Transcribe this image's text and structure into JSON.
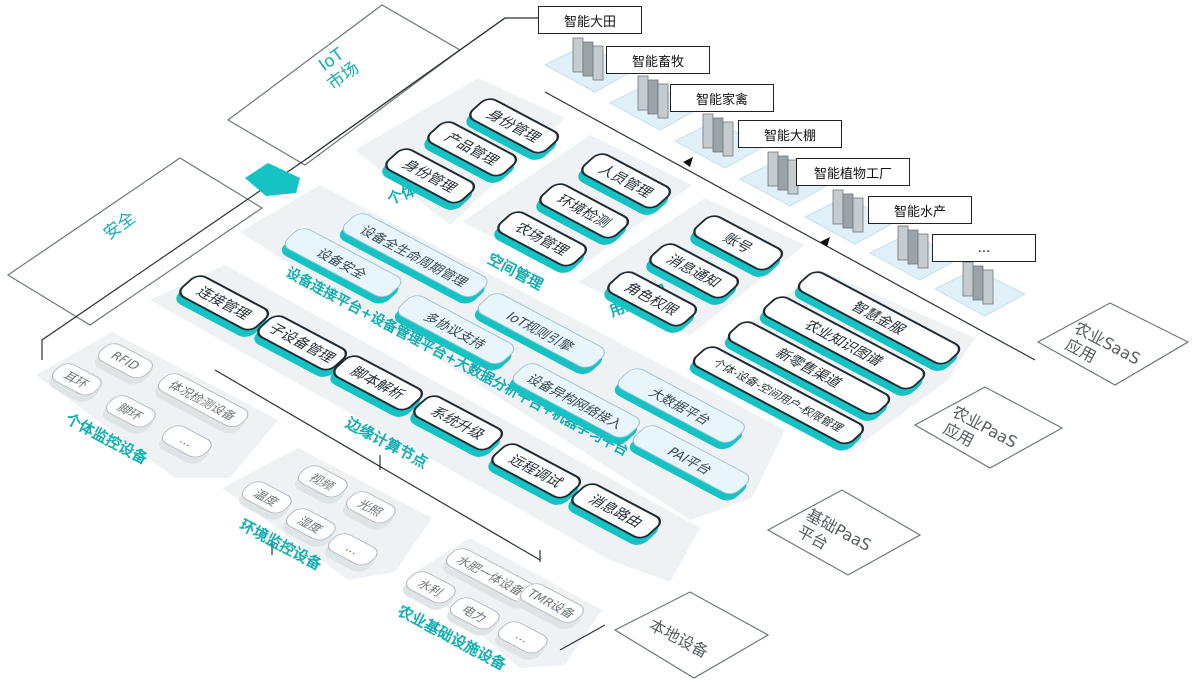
{
  "iot_market": "IoT\n市场",
  "security": "安全",
  "individual_mgmt": {
    "label": "个体管理",
    "items": [
      "身份管理",
      "产品管理",
      "身份管理"
    ]
  },
  "space_mgmt": {
    "label": "空间管理",
    "items": [
      "人员管理",
      "环境检测",
      "农场管理"
    ]
  },
  "user_mgmt": {
    "label": "用户管理",
    "items": [
      "账号",
      "消息通知",
      "角色权限"
    ]
  },
  "platform": {
    "label": "设备连接平台+设备管理平台+大数据分析平台+机器学习平台",
    "items": [
      "设备全生命周期管理",
      "设备安全",
      "多协议支持",
      "IoT规则引擎",
      "设备异构网络接入",
      "大数据平台",
      "PAI平台"
    ]
  },
  "edge": {
    "label": "边缘计算节点",
    "items": [
      "连接管理",
      "子设备管理",
      "脚本解析",
      "系统升级",
      "远程调试",
      "消息路由"
    ]
  },
  "individual_devices": {
    "label": "个体监控设备",
    "items": [
      "耳环",
      "RFID",
      "脚环",
      "体况检测设备",
      "..."
    ]
  },
  "env_devices": {
    "label": "环境监控设备",
    "items": [
      "温度",
      "视频",
      "湿度",
      "光照",
      "..."
    ]
  },
  "infra_devices": {
    "label": "农业基础设施设备",
    "items": [
      "水利",
      "水肥一体设备",
      "电力",
      "TMR设备",
      "..."
    ]
  },
  "paas_apps": [
    "智慧金服",
    "农业知识图谱",
    "新零售渠道",
    "个体-设备-空间用户-权限管理"
  ],
  "datacenters": [
    "智能大田",
    "智能畜牧",
    "智能家禽",
    "智能大棚",
    "智能植物工厂",
    "智能水产",
    "..."
  ],
  "outline_labels": [
    "农业SaaS\n应用",
    "农业PaaS\n应用",
    "基础PaaS\n平台",
    "本地设备"
  ],
  "colors": {
    "accent": "#15c2c4",
    "accent_text": "#12aeb2",
    "platform_bg": "#eef2f5",
    "tile_border": "#1f2b33",
    "light_tile": "#e8f6fb"
  }
}
